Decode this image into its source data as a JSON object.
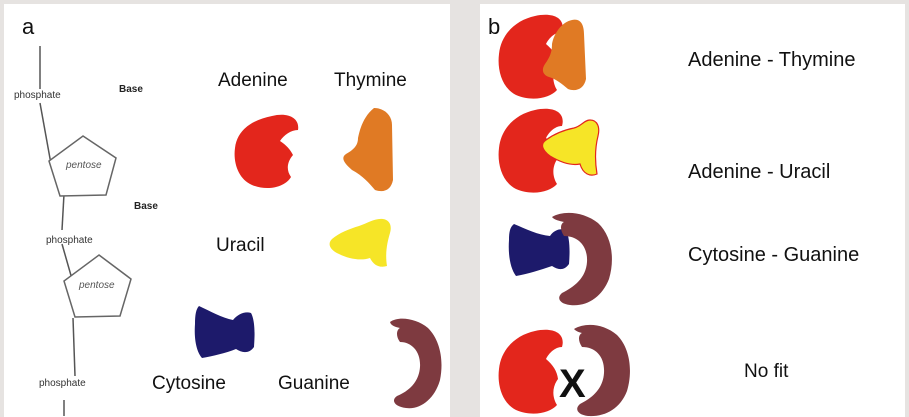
{
  "panel_a": {
    "letter": "a",
    "backbone": {
      "phosphate_top": "phosphate",
      "phosphate_mid": "phosphate",
      "phosphate_bottom": "phosphate",
      "pentose_1": "pentose",
      "pentose_2": "pentose",
      "base_1": "Base",
      "base_2": "Base"
    },
    "bases": {
      "adenine": "Adenine",
      "thymine": "Thymine",
      "uracil": "Uracil",
      "cytosine": "Cytosine",
      "guanine": "Guanine"
    }
  },
  "panel_b": {
    "letter": "b",
    "pairs": {
      "adenine_thymine": "Adenine - Thymine",
      "adenine_uracil": "Adenine - Uracil",
      "cytosine_guanine": "Cytosine - Guanine",
      "no_fit": "No fit"
    },
    "cross_mark": "X"
  },
  "colors": {
    "adenine": "#e3261c",
    "thymine": "#e07a24",
    "uracil": "#f6e527",
    "cytosine": "#1d1a6b",
    "guanine": "#7e3a40",
    "background": "#e6e3e1"
  }
}
